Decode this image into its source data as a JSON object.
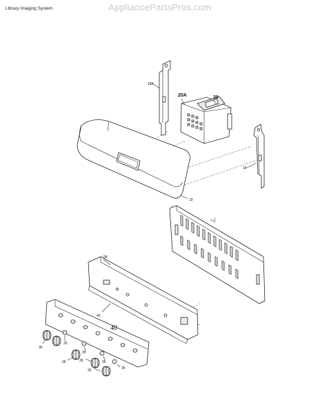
{
  "header": {
    "system_title": "Library Imaging System",
    "watermark": "AppliancePartsPros.com"
  },
  "callouts": {
    "c18a": "18A",
    "c20a": "20A",
    "c20": "20",
    "c18": "18",
    "c19": "19",
    "c1": "1",
    "c58": "58",
    "c42": "42",
    "c40": "40",
    "c36": "36",
    "c35": "35"
  }
}
